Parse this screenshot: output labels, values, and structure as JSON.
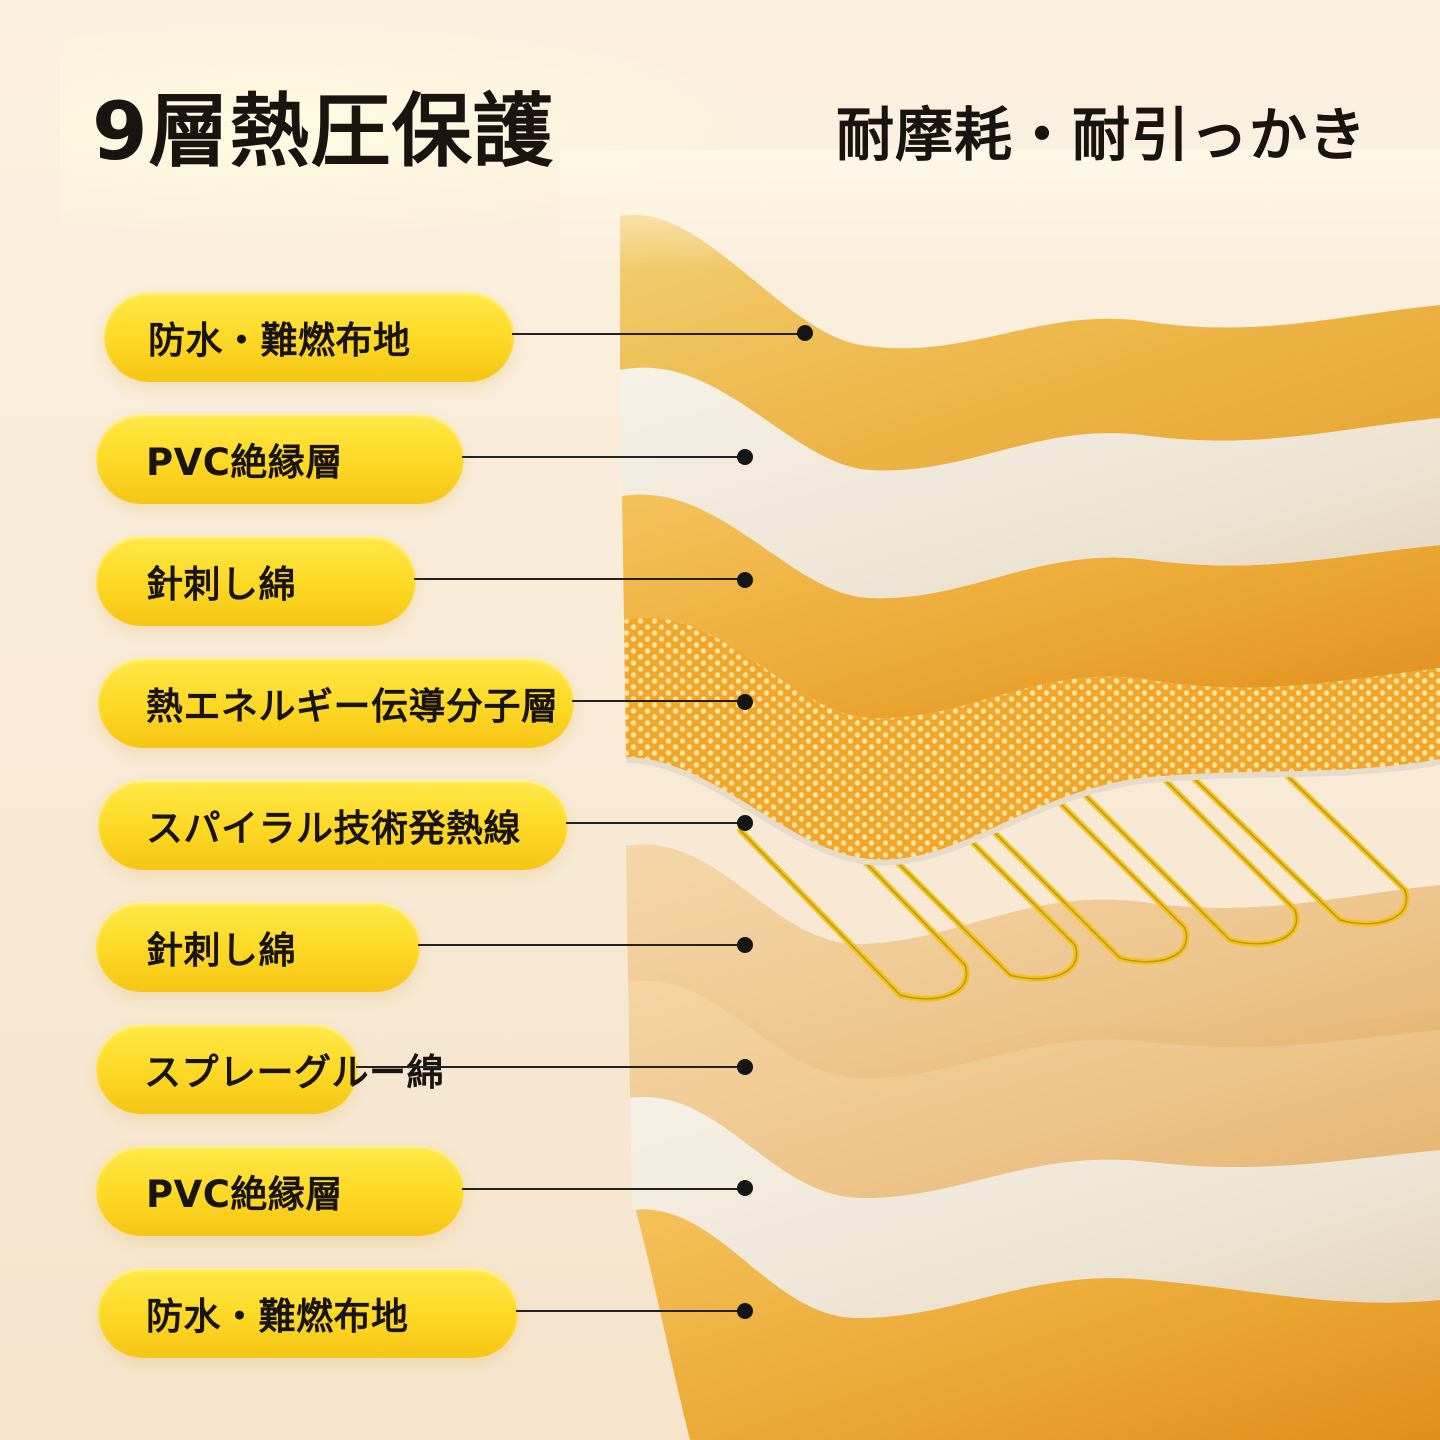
{
  "header": {
    "title": "9層熱圧保護",
    "subtitle": "耐摩耗・耐引っかき"
  },
  "layers": [
    {
      "label": "防水・難燃布地"
    },
    {
      "label": "PVC絶縁層"
    },
    {
      "label": "針刺し綿"
    },
    {
      "label": "熱エネルギー伝導分子層"
    },
    {
      "label": "スパイラル技術発熱線"
    },
    {
      "label": "針刺し綿"
    },
    {
      "label": "スプレーグルー綿"
    },
    {
      "label": "PVC絶縁層"
    },
    {
      "label": "防水・難燃布地"
    }
  ],
  "colors": {
    "pill_yellow": "#fdd824",
    "text_dark": "#1a1410",
    "background_cream": "#f8ead6",
    "fabric_gold": "#eeb64a",
    "fabric_white": "#f3ede2",
    "mesh_orange": "#f2ab2e",
    "wire_gold": "#f4c21a"
  }
}
